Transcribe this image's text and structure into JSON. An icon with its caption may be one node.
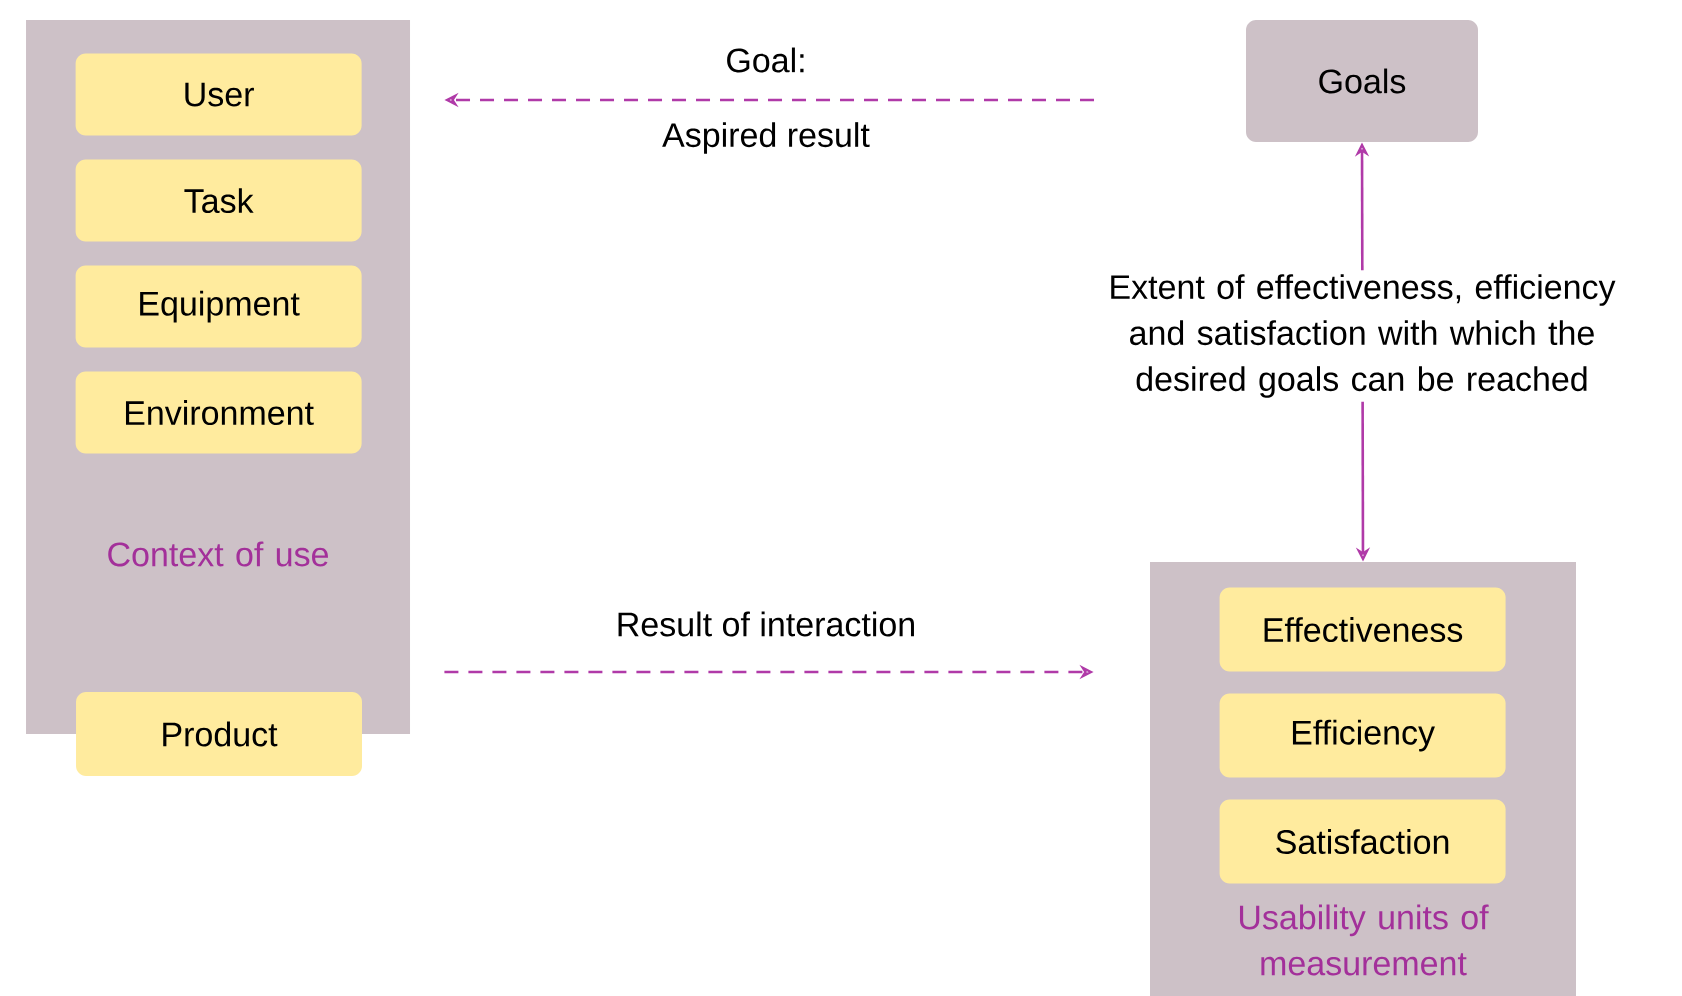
{
  "diagram": {
    "nodes": [
      {
        "text": [
          "Context of use"
        ]
      },
      {
        "text": [
          "User"
        ],
        "in": 0
      },
      {
        "text": [
          "Task"
        ],
        "in": 0
      },
      {
        "text": [
          "Equipment"
        ],
        "in": 0
      },
      {
        "text": [
          "Environment"
        ],
        "in": 0
      },
      {
        "text": [
          "Product"
        ]
      },
      {
        "text": [
          "Goals"
        ]
      },
      {
        "text": [
          "Usability units of measurement"
        ]
      },
      {
        "text": [
          "Effectiveness"
        ],
        "in": 7
      },
      {
        "text": [
          "Efficiency"
        ],
        "in": 7
      },
      {
        "text": [
          "Satisfaction"
        ],
        "in": 7
      }
    ],
    "edges": [
      {
        "from": null,
        "to": 0,
        "arrow": "to",
        "style": "dashed",
        "label": "Goal:"
      },
      {
        "from": 0,
        "to": 7,
        "arrow": "to",
        "style": "dashed",
        "label": "Result of interaction"
      },
      {
        "from": 6,
        "to": 7,
        "arrow": "both",
        "label": "Extent of effectiveness, efficiency and satisfaction with which the desired goals can be reached"
      }
    ],
    "labels": [
      "Aspired result"
    ]
  }
}
